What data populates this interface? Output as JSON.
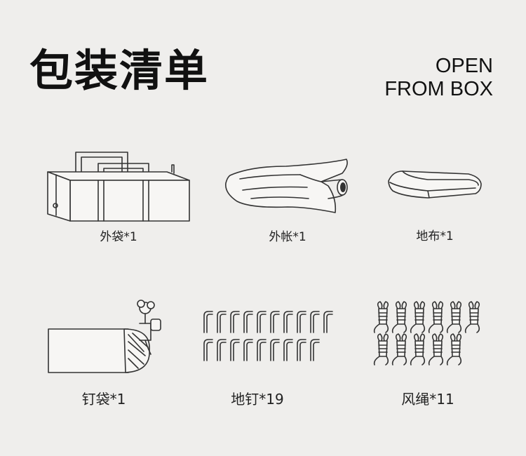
{
  "header": {
    "title": "包装清单",
    "subtitle_line1": "OPEN",
    "subtitle_line2": "FROM BOX"
  },
  "items": [
    {
      "label": "外袋*1",
      "icon": "carry-bag-icon"
    },
    {
      "label": "外帐*1",
      "icon": "rolled-tent-icon"
    },
    {
      "label": "地布*1",
      "icon": "ground-cloth-icon"
    },
    {
      "label": "钉袋*1",
      "icon": "peg-bag-icon"
    },
    {
      "label": "地钉*19",
      "icon": "ground-peg-icon"
    },
    {
      "label": "风绳*11",
      "icon": "guy-rope-icon"
    }
  ]
}
